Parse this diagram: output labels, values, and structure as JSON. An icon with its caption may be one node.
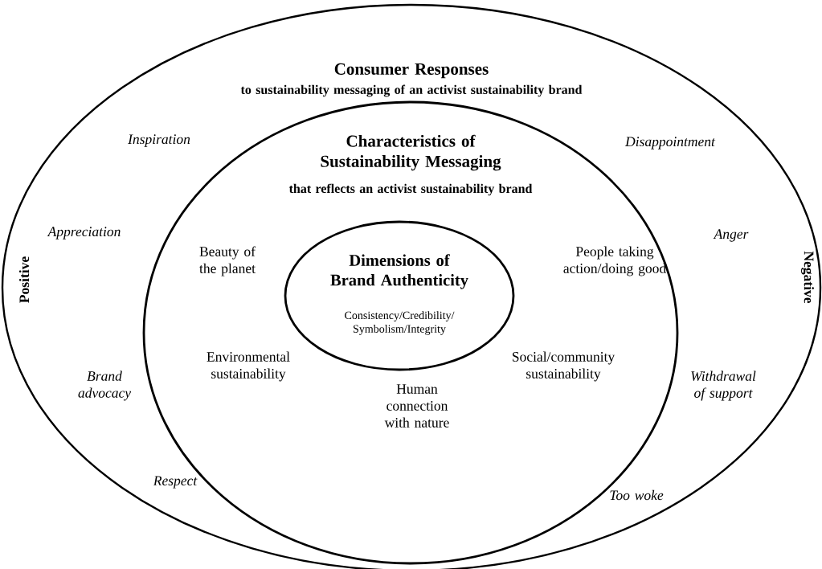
{
  "diagram": {
    "nodes": [
      {
        "text": [
          "Consumer Responses",
          "to sustainability messaging of an activist sustainability brand"
        ]
      },
      {
        "text": [
          "Characteristics of Sustainability Messaging",
          "that reflects an activist sustainability brand"
        ],
        "in": 0
      },
      {
        "text": [
          "Dimensions of Brand Authenticity",
          "Consistency/Credibility/ Symbolism/Integrity"
        ],
        "in": 1
      }
    ],
    "labels": [
      "Inspiration",
      "Disappointment",
      "Appreciation",
      "Beauty of the planet",
      "People taking action/doing good",
      "Anger",
      "Positive",
      "Negative",
      "Environmental sustainability",
      "Social/community sustainability",
      "Brand advocacy",
      "Withdrawal of support",
      "Human connection with nature",
      "Respect",
      "Too woke"
    ]
  }
}
